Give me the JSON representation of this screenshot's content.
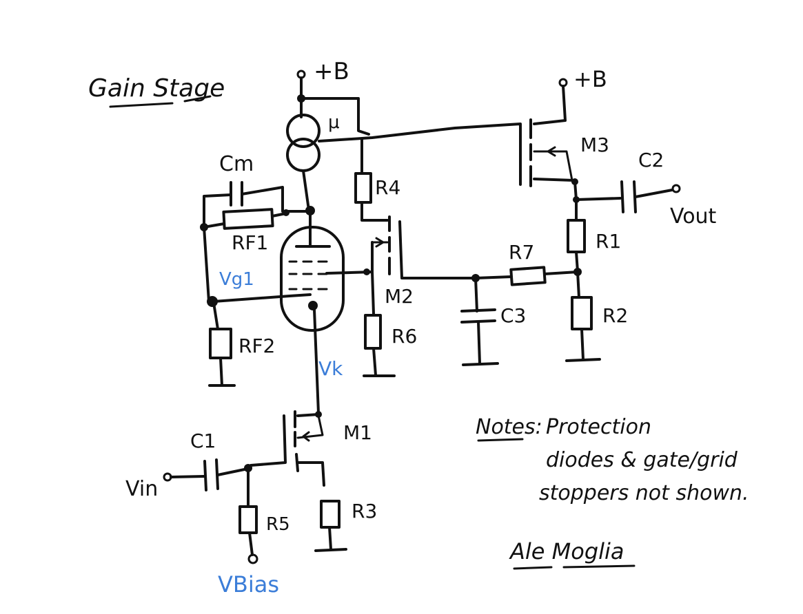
{
  "diagram": {
    "title": "Gain Stage",
    "supply_labels": {
      "left": "+B",
      "right": "+B"
    },
    "current_source": "μ",
    "components": {
      "cm": "Cm",
      "rf1": "RF1",
      "rf2": "RF2",
      "vg1": "Vg1",
      "vk": "Vk",
      "r4": "R4",
      "m2": "M2",
      "r6": "R6",
      "c3": "C3",
      "r7": "R7",
      "m3": "M3",
      "c2": "C2",
      "vout": "Vout",
      "r1": "R1",
      "r2": "R2",
      "m1": "M1",
      "c1": "C1",
      "vin": "Vin",
      "r5": "R5",
      "r3": "R3",
      "vbias": "VBias"
    },
    "notes": {
      "label": "Notes:",
      "line1": "Protection",
      "line2": "diodes & gate/grid",
      "line3": "stoppers not shown."
    },
    "signature": "Ale Moglia",
    "colors": {
      "ink": "#111111",
      "accent_blue": "#3b7dd8"
    }
  }
}
